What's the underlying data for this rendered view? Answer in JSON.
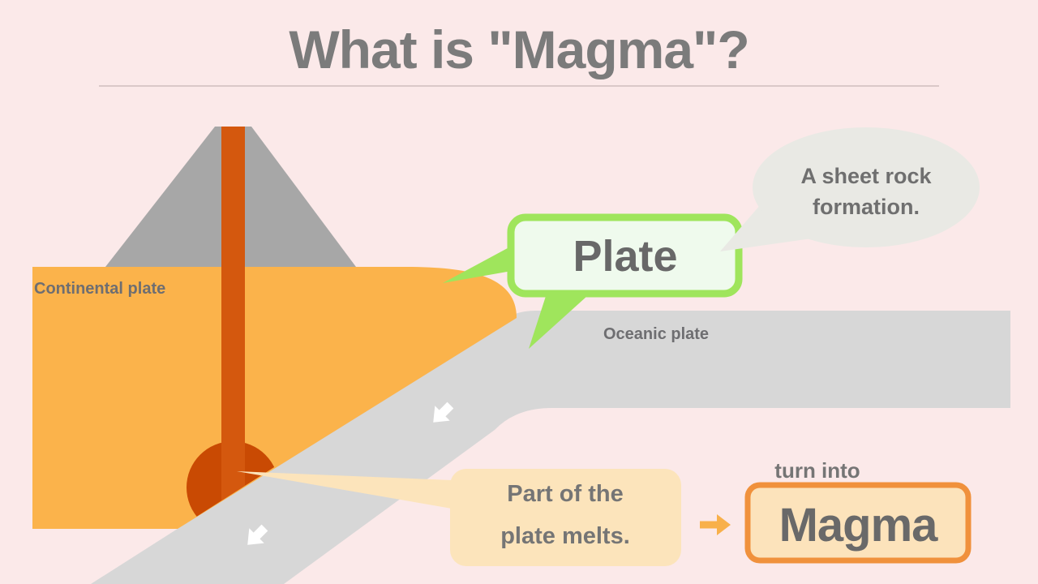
{
  "title": "What is \"Magma\"?",
  "diagram": {
    "continental_label": "Continental plate",
    "oceanic_label": "Oceanic plate",
    "plate_bubble_label": "Plate",
    "sheetrock_note": {
      "line1": "A sheet rock",
      "line2": "formation."
    },
    "melt_note": {
      "line1": "Part of the",
      "line2": "plate melts."
    },
    "turn_into_label": "turn into",
    "magma_label": "Magma"
  },
  "icons": {
    "subduction_arrows": "white arrows pointing down-left along subducting oceanic plate",
    "turn_into_arrow": "small orange right arrow between melt note and magma box"
  },
  "colors": {
    "background": "#FBE9E9",
    "title_text": "#7B7B7B",
    "title_underline": "#CFBDBD",
    "continental_plate": "#FBB34B",
    "oceanic_plate": "#D7D7D7",
    "volcano": "#A7A7A7",
    "magma_conduit": "#D4580E",
    "magma_chamber": "#C94A03",
    "label_gray": "#6E6E71",
    "green_bubble_border": "#9FE55C",
    "green_bubble_fill": "#EFFAED",
    "ellipse_bubble": "#E9E9E4",
    "peach_bubble": "#FCE4BB",
    "magma_box_border": "#F0913C",
    "magma_box_fill": "#FCE3BB",
    "orange_arrow": "#F8B04A",
    "subduction_arrow": "#FFFFFF"
  }
}
